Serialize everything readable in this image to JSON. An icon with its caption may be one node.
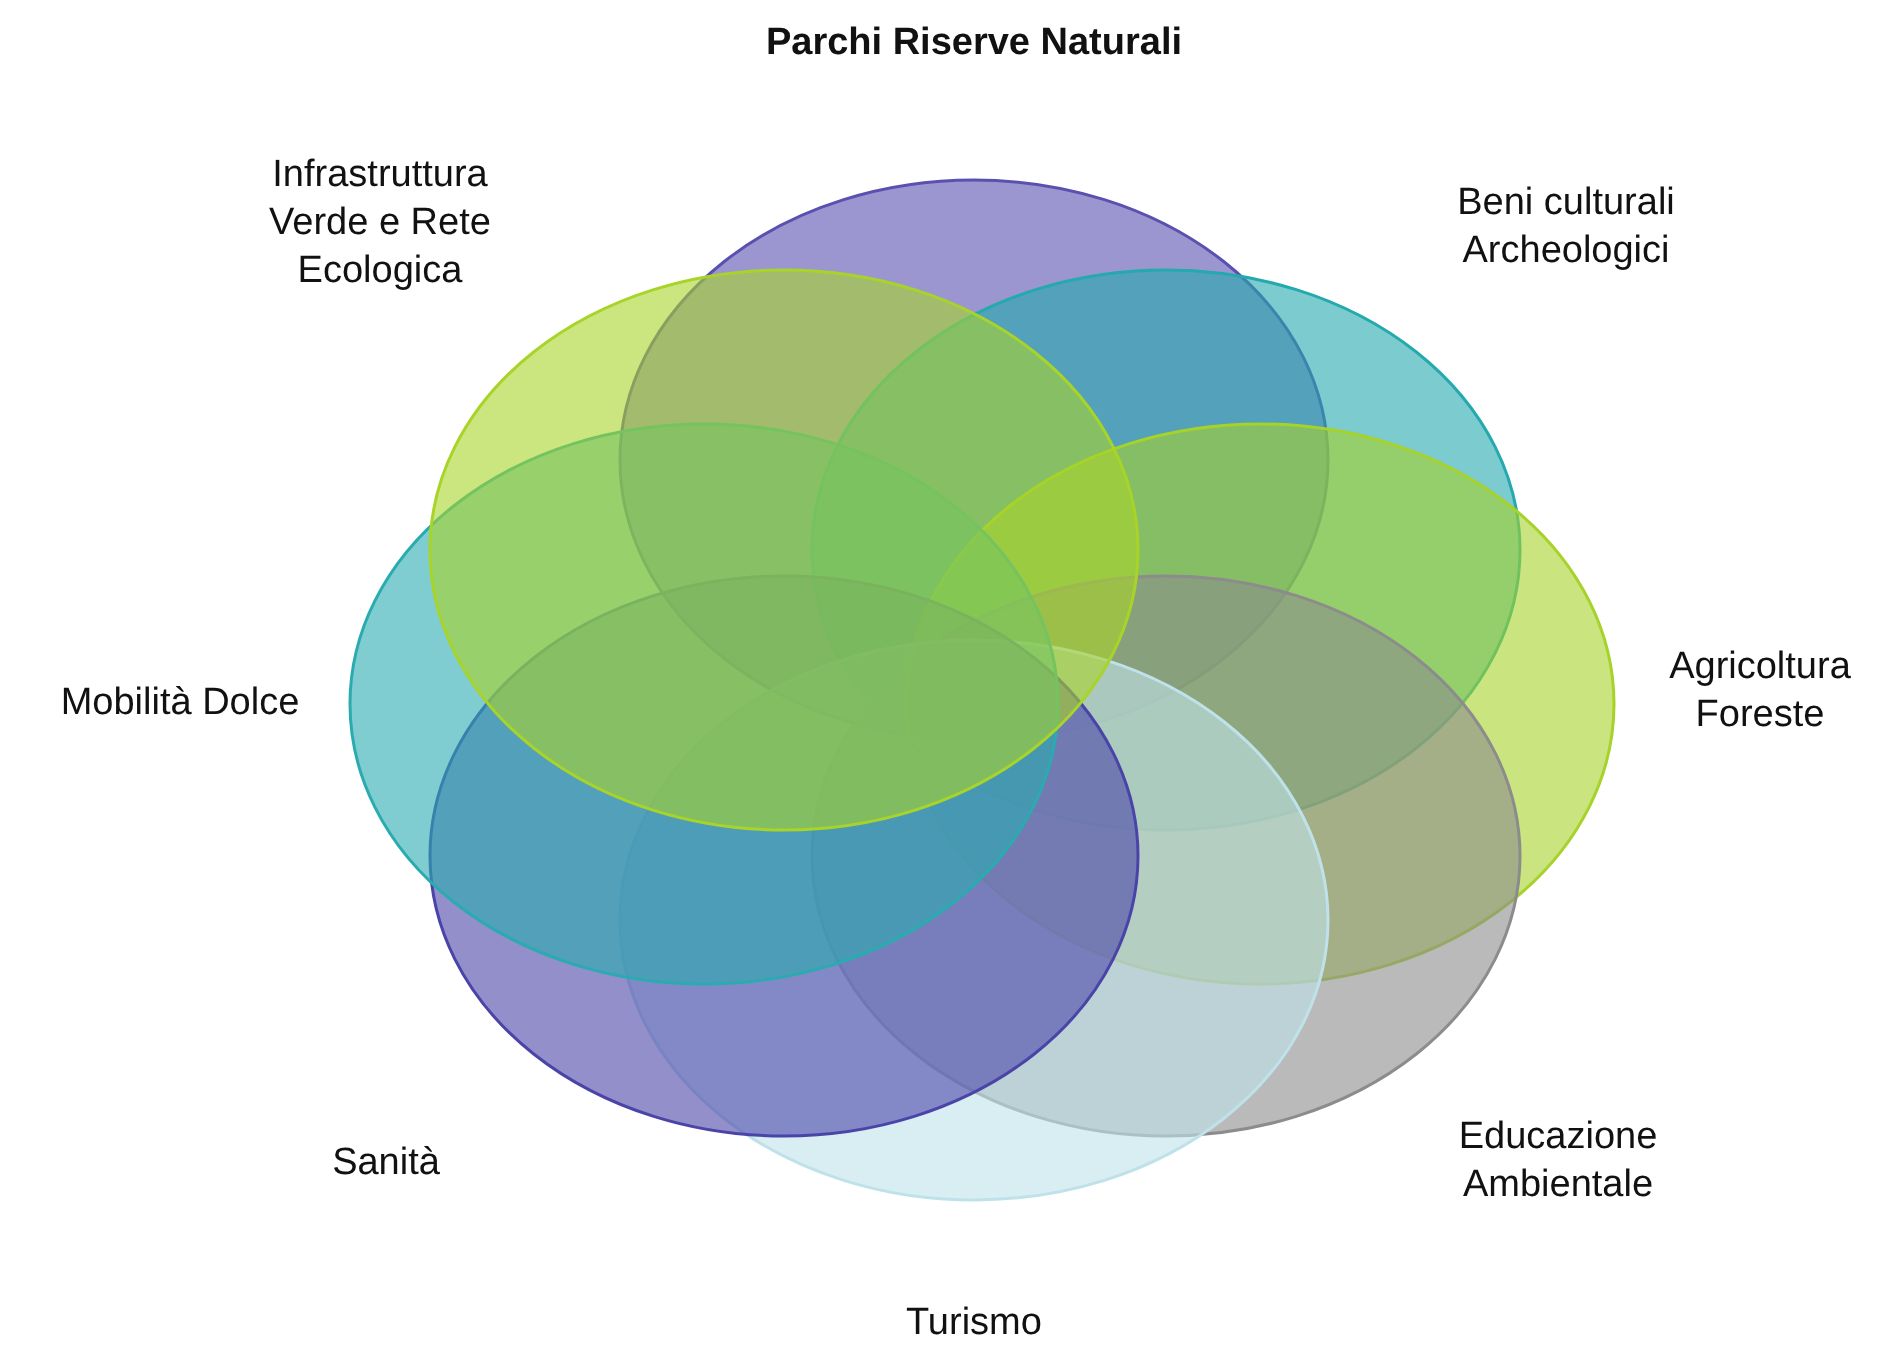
{
  "diagram": {
    "nodes": [
      {
        "text": [
          "Parchi Riserve Naturali"
        ]
      },
      {
        "text": [
          "Beni culturali Archeologici"
        ]
      },
      {
        "text": [
          "Agricoltura Foreste"
        ]
      },
      {
        "text": [
          "Educazione Ambientale"
        ]
      },
      {
        "text": [
          "Turismo"
        ]
      },
      {
        "text": [
          "Sanità"
        ]
      },
      {
        "text": [
          "Mobilità Dolce"
        ]
      },
      {
        "text": [
          "Infrastruttura Verde e Rete Ecologica"
        ]
      }
    ],
    "edges": []
  }
}
